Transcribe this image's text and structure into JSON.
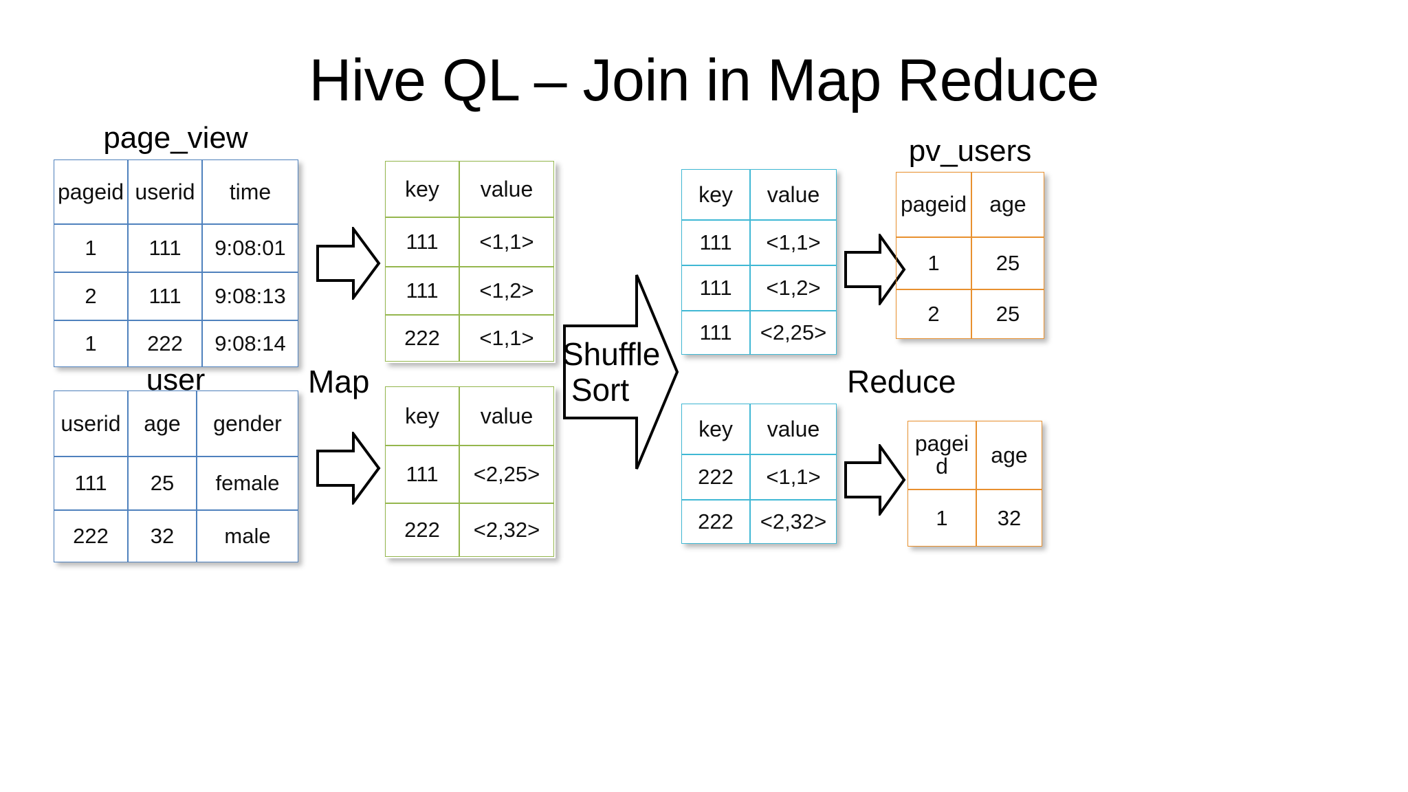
{
  "title": "Hive QL – Join in Map Reduce",
  "labels": {
    "page_view": "page_view",
    "user": "user",
    "pv_users": "pv_users",
    "map": "Map",
    "shuffle": "Shuffle",
    "sort": "Sort",
    "reduce": "Reduce"
  },
  "tables": {
    "page_view": {
      "headers": [
        "pageid",
        "userid",
        "time"
      ],
      "rows": [
        [
          "1",
          "111",
          "9:08:01"
        ],
        [
          "2",
          "111",
          "9:08:13"
        ],
        [
          "1",
          "222",
          "9:08:14"
        ]
      ]
    },
    "user": {
      "headers": [
        "userid",
        "age",
        "gender"
      ],
      "rows": [
        [
          "111",
          "25",
          "female"
        ],
        [
          "222",
          "32",
          "male"
        ]
      ]
    },
    "map_out_page_view": {
      "headers": [
        "key",
        "value"
      ],
      "rows": [
        [
          "111",
          "<1,1>"
        ],
        [
          "111",
          "<1,2>"
        ],
        [
          "222",
          "<1,1>"
        ]
      ]
    },
    "map_out_user": {
      "headers": [
        "key",
        "value"
      ],
      "rows": [
        [
          "111",
          "<2,25>"
        ],
        [
          "222",
          "<2,32>"
        ]
      ]
    },
    "shuffle_out_111": {
      "headers": [
        "key",
        "value"
      ],
      "rows": [
        [
          "111",
          "<1,1>"
        ],
        [
          "111",
          "<1,2>"
        ],
        [
          "111",
          "<2,25>"
        ]
      ]
    },
    "shuffle_out_222": {
      "headers": [
        "key",
        "value"
      ],
      "rows": [
        [
          "222",
          "<1,1>"
        ],
        [
          "222",
          "<2,32>"
        ]
      ]
    },
    "reduce_out_111": {
      "headers": [
        "pageid",
        "age"
      ],
      "rows": [
        [
          "1",
          "25"
        ],
        [
          "2",
          "25"
        ]
      ]
    },
    "reduce_out_222": {
      "headers": [
        "pageid",
        "age"
      ],
      "rows": [
        [
          "1",
          "32"
        ]
      ]
    }
  },
  "colors": {
    "blue_border": "#4f81bd",
    "green_border": "#94b64d",
    "cyan_border": "#3fb8d4",
    "orange_border": "#e8902e",
    "background": "#ffffff",
    "text": "#000000"
  }
}
